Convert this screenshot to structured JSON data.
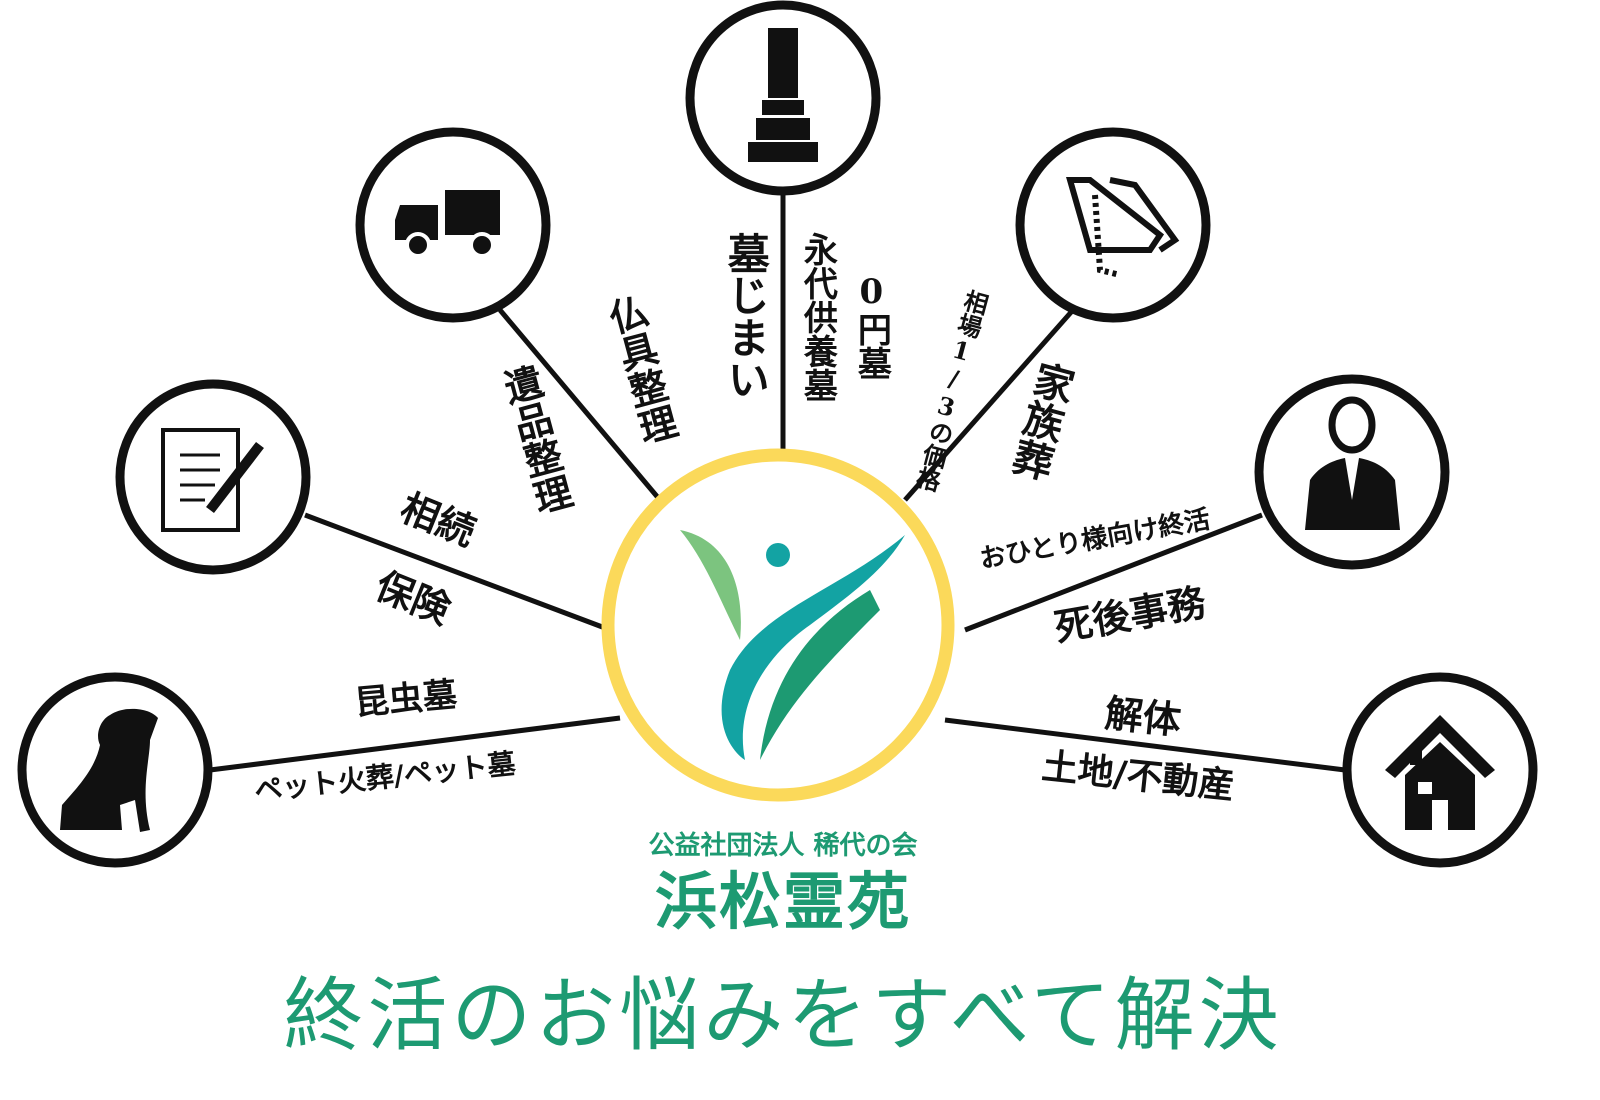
{
  "services": {
    "pet": {
      "top": "昆虫墓",
      "bottom": "ペット火葬/ペット墓",
      "icon": "dog-icon"
    },
    "inheritance": {
      "top": "相続",
      "bottom": "保険",
      "icon": "document-pen-icon"
    },
    "belongings": {
      "outer": "仏具整理",
      "inner": "遺品整理",
      "icon": "truck-icon"
    },
    "grave": {
      "left": "墓じまい",
      "middle": "永代供養墓",
      "right": "0円墓",
      "icon": "gravestone-icon"
    },
    "funeral": {
      "small": "相場1/3の価格",
      "main": "家族葬",
      "icon": "praying-hands-icon"
    },
    "solo": {
      "top": "おひとり様向け終活",
      "bottom": "死後事務",
      "icon": "person-suit-icon"
    },
    "house": {
      "top": "解体",
      "bottom": "土地/不動産",
      "icon": "house-icon"
    }
  },
  "organization": {
    "type": "公益社団法人 稀代の会",
    "name": "浜松霊苑"
  },
  "headline": "終活のお悩みをすべて解決",
  "colors": {
    "green": "#1d9a72",
    "teal": "#13a3a3",
    "yellow": "#fbd95a",
    "light_green": "#7cc47f"
  }
}
